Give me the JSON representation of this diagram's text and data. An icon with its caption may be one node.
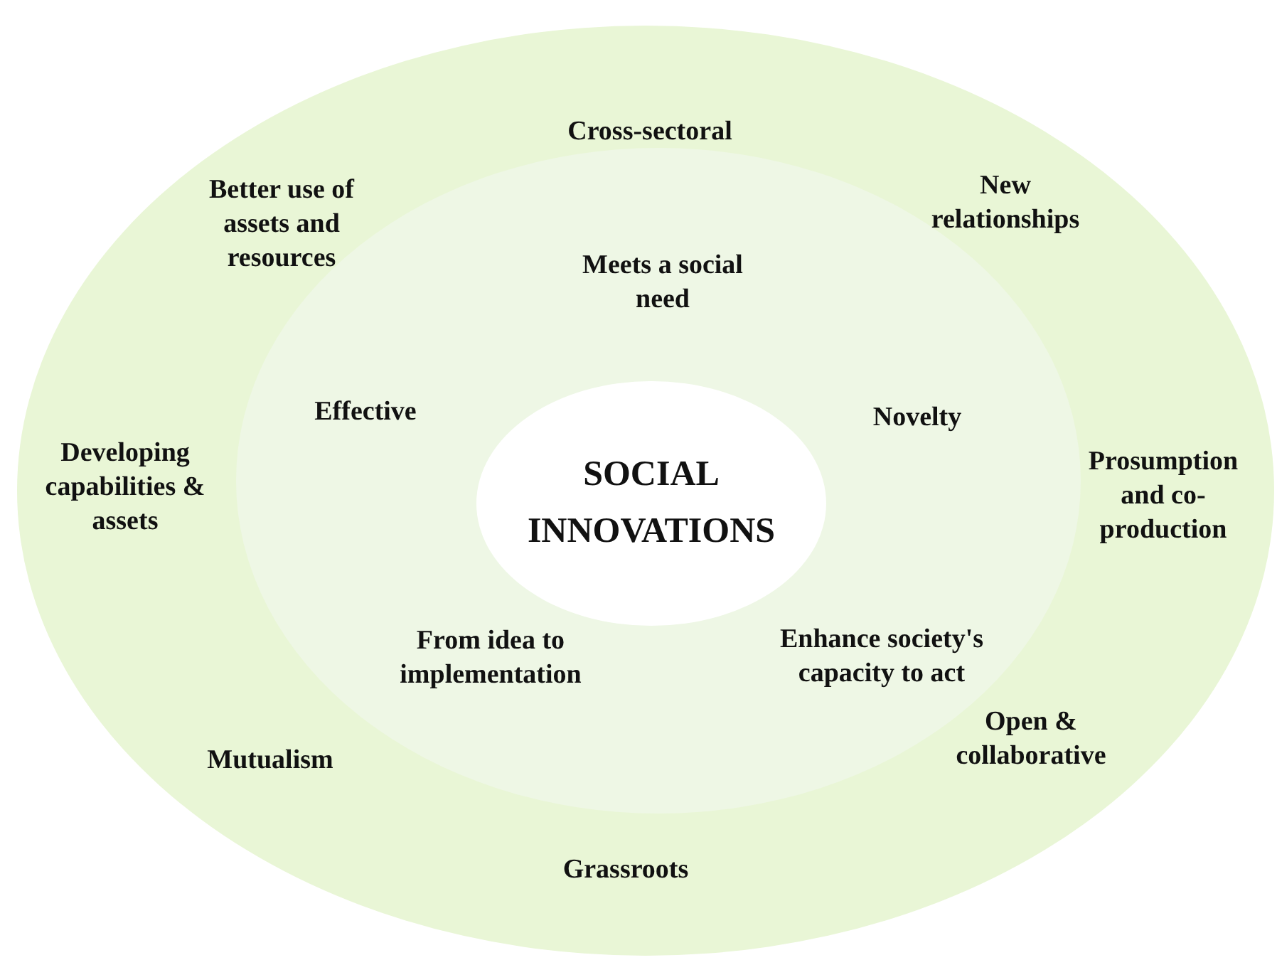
{
  "diagram": {
    "nodes": [
      {
        "text": [],
        "shape": "ellipse"
      },
      {
        "text": [],
        "shape": "ellipse",
        "in": 0
      },
      {
        "text": [
          "SOCIAL INNOVATIONS"
        ],
        "in": 1
      }
    ],
    "labels": [
      "Cross-sectoral",
      "New relationships",
      "Better use of assets and resources",
      "Meets a social need",
      "Effective",
      "Novelty",
      "Developing capabilities & assets",
      "Prosumption and co-production",
      "From idea to implementation",
      "Enhance society's capacity to act",
      "Open & collaborative",
      "Mutualism",
      "Grassroots"
    ]
  }
}
